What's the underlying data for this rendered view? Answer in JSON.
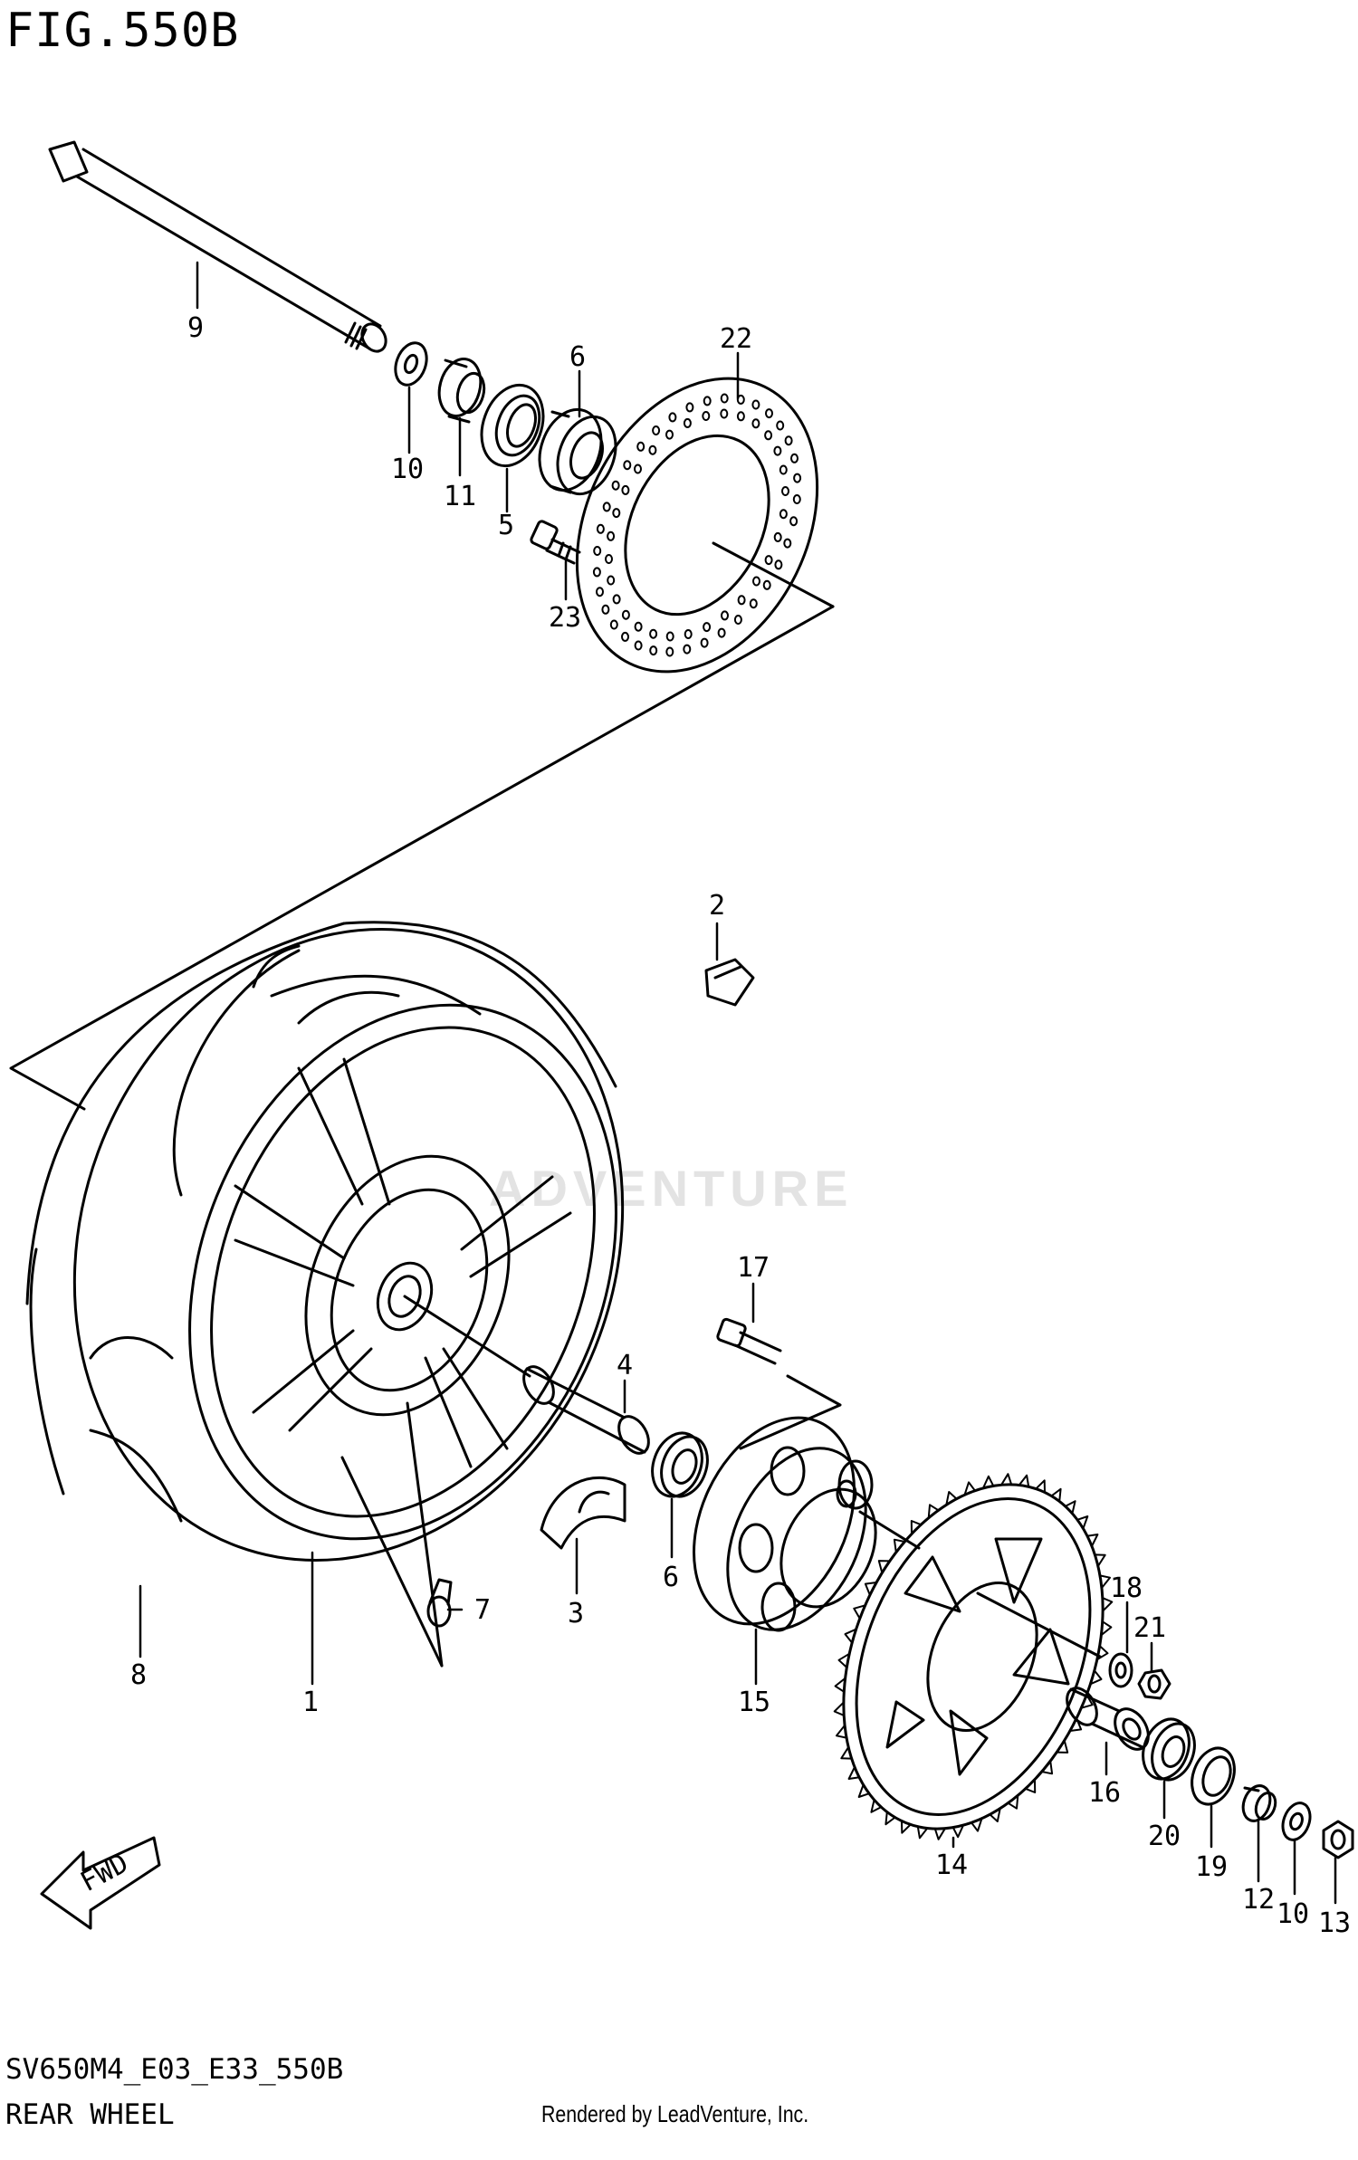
{
  "figure": {
    "title": "FIG.550B",
    "code": "SV650M4_E03_E33_550B",
    "caption": "REAR WHEEL",
    "render_credit": "Rendered by LeadVenture, Inc.",
    "watermark": "ADVENTURE"
  },
  "badges": {
    "fwd": "FWD"
  },
  "callouts": [
    {
      "id": "c9",
      "label": "9"
    },
    {
      "id": "c10a",
      "label": "10"
    },
    {
      "id": "c11",
      "label": "11"
    },
    {
      "id": "c5",
      "label": "5"
    },
    {
      "id": "c6a",
      "label": "6"
    },
    {
      "id": "c22",
      "label": "22"
    },
    {
      "id": "c23",
      "label": "23"
    },
    {
      "id": "c2",
      "label": "2"
    },
    {
      "id": "c17",
      "label": "17"
    },
    {
      "id": "c4",
      "label": "4"
    },
    {
      "id": "c6b",
      "label": "6"
    },
    {
      "id": "c3",
      "label": "3"
    },
    {
      "id": "c7",
      "label": "7"
    },
    {
      "id": "c8",
      "label": "8"
    },
    {
      "id": "c1",
      "label": "1"
    },
    {
      "id": "c15",
      "label": "15"
    },
    {
      "id": "c18",
      "label": "18"
    },
    {
      "id": "c21",
      "label": "21"
    },
    {
      "id": "c16",
      "label": "16"
    },
    {
      "id": "c14",
      "label": "14"
    },
    {
      "id": "c20",
      "label": "20"
    },
    {
      "id": "c19",
      "label": "19"
    },
    {
      "id": "c12",
      "label": "12"
    },
    {
      "id": "c10b",
      "label": "10"
    },
    {
      "id": "c13",
      "label": "13"
    }
  ]
}
